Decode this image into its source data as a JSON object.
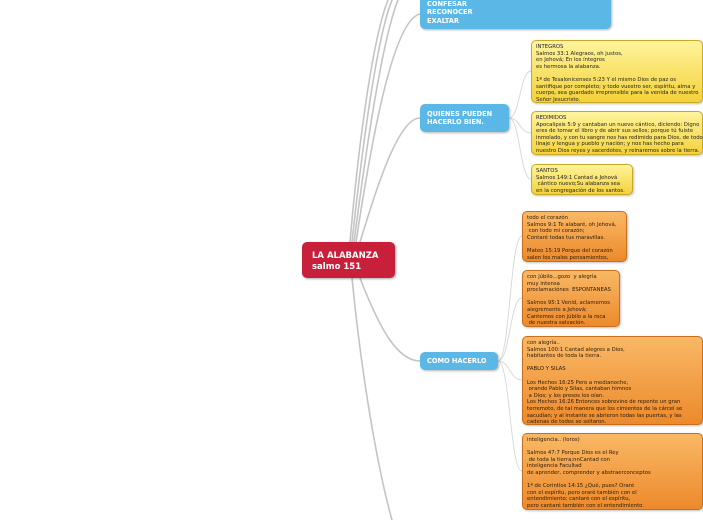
{
  "colors": {
    "root": "#c8203a",
    "topic": "#5bb8e6",
    "yellow_note": "#fff49c",
    "orange_note": "#f3a04a",
    "line": "#c4c4c4"
  },
  "root": {
    "title": "LA ALABANZA\nsalmo 151"
  },
  "topics": {
    "confesar": "CONFESAR\nRECONOCER\nEXALTAR",
    "quienes": "QUIENES PUEDEN\nHACERLO BIEN.",
    "como": "COMO HACERLO"
  },
  "notes": {
    "integros": "INTEGROS\nSalmos 33:1 Alegraos, oh justos,\nen Jehová; En los íntegros\nes hermosa la alabanza.\n\n1ª de Tesalonicenses 5:23 Y el mismo Dios de paz os\nsantifique por completo; y todo vuestro ser, espíritu, alma y\ncuerpo, sea guardado irreprensible para la venida de nuestro\nSeñor Jesucristo.",
    "redimidos": "REDIMIDOS\nApocalipsis 5:9 y cantaban un nuevo cántico, diciendo: Digno\neres de tomar el libro y de abrir sus sellos; porque tú fuiste\ninmolado, y con tu sangre nos has redimido para Dios, de todo\nlinaje y lengua y pueblo y nación; y nos has hecho para\nnuestro Dios reyes y sacerdotes, y reinaremos sobre la tierra.",
    "santos": "SANTOS\nSalmos 149:1 Cantad a Jehová\n cántico nuevo;Su alabanza sea\nen la congregación de los santos.",
    "corazon": "todo el corazón\nSalmos 9:1 Te alabaré, oh Jehová,\n con todo mi corazón;\nContaré todas tus maravillas.\n\nMateo 15:19 Porque del corazón\nsalen los malos pensamientos,",
    "jubilo": "con júbilo...gozo  y alegría\nmuy intensa\nproclamaciónes  ESPONTANEAS\n\nSalmos 95:1 Venid, aclamemos\nalegremente a Jehová;\nCantemos con júbilo a la roca\n de nuestra salvación.",
    "alegria": "con alegría..\nSalmos 100:1 Cantad alegres a Dios,\nhabitantes de toda la tierra.\n\nPABLO Y SILAS\n\nLos Hechos 16:25 Pero a medianoche,\n orando Pablo y Silas, cantaban himnos\n a Dios; y los presos los oían.\nLos Hechos 16:26 Entonces sobrevino de repente un gran\nterremoto, de tal manera que los cimientos de la cárcel se\nsacudían; y al instante se abrieron todas las puertas, y las\ncadenas de todos se soltaron.",
    "inteligencia": "inteligencia.. (loros)\n\nSalmos 47:7 Porque Dios es el Rey\n de toda la tierra;nnCantad con\ninteligencia Facultad\nde aprender, comprender y abstraerconceptos\n\n1ª de Corintios 14:15 ¿Qué, pues? Oraré\ncon el espíritu, pero oraré también con el\nentendimiento; cantaré con el espíritu,\npero cantaré también con el entendimiento."
  }
}
